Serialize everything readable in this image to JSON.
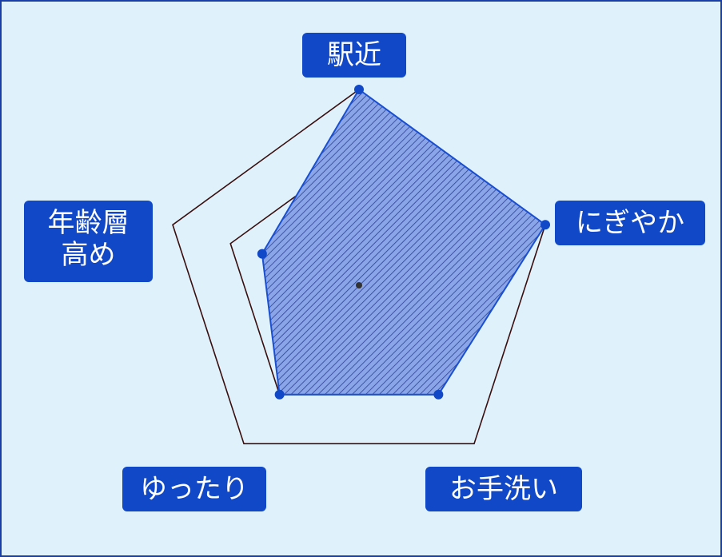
{
  "chart_data": {
    "type": "radar",
    "axes": [
      "駅近",
      "にぎやか",
      "お手洗い",
      "ゆったり",
      "年齢層\n高め"
    ],
    "rings": 3,
    "values": [
      1.0,
      1.0,
      0.69,
      0.69,
      0.52
    ],
    "range": [
      0,
      1
    ],
    "grid": true,
    "colors": {
      "background": "#dff2fc",
      "border": "#1a3ea8",
      "grid_line": "#3a0e0e",
      "fill": "#8aa6e8",
      "hatch": "#2c3f92",
      "outline": "#1a4fd1",
      "marker": "#1048c8",
      "label_bg": "#1048c8",
      "label_text": "#ffffff"
    }
  }
}
